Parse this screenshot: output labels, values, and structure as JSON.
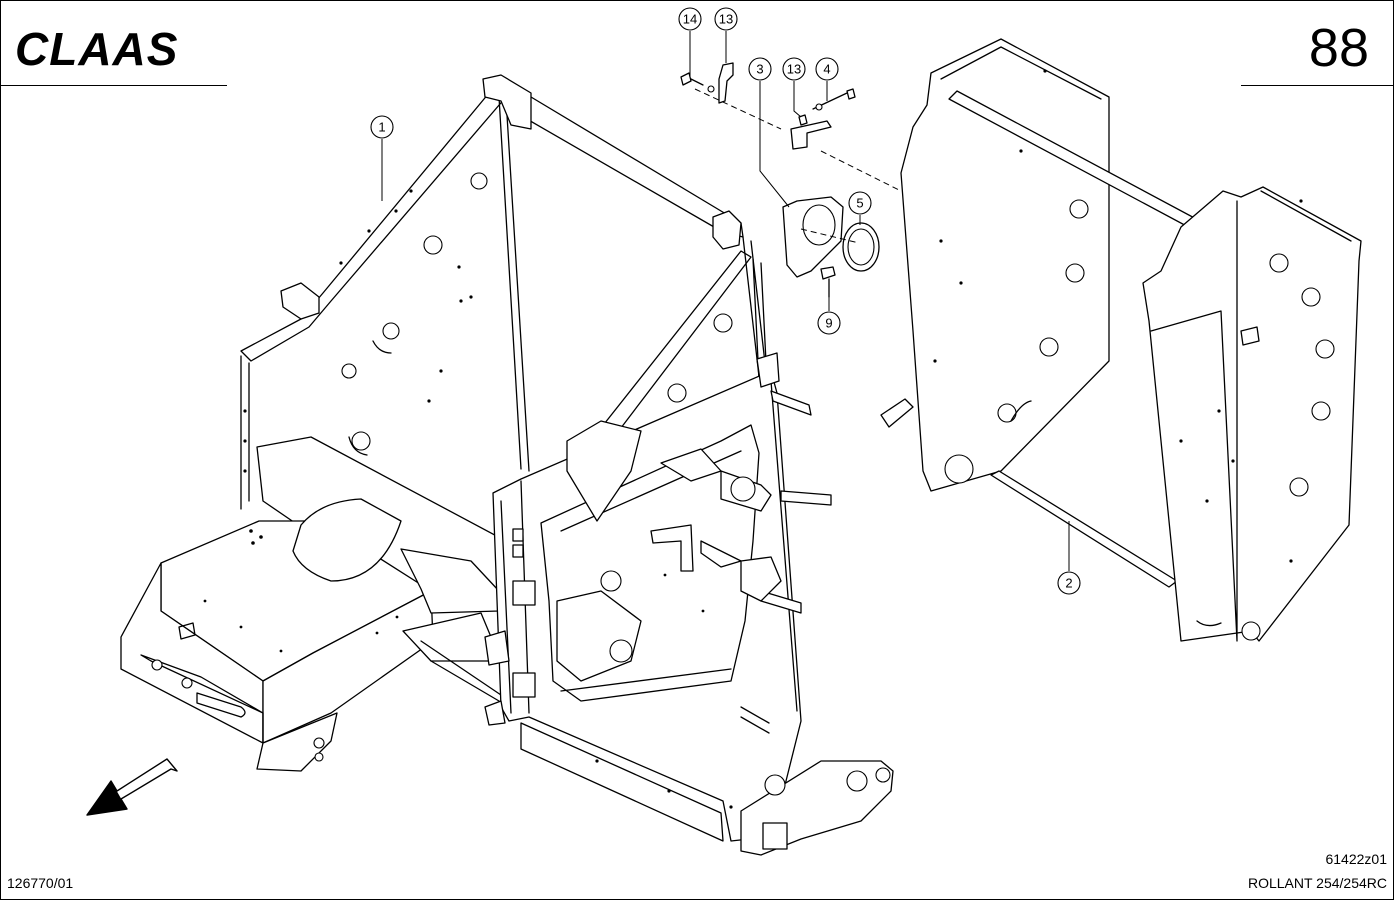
{
  "header": {
    "brand": "CLAAS",
    "page_number": "88"
  },
  "footer": {
    "drawing_ref": "61422z01",
    "model": "ROLLANT 254/254RC",
    "doc_number": "126770/01"
  },
  "callouts": [
    {
      "label": "14"
    },
    {
      "label": "13"
    },
    {
      "label": "3"
    },
    {
      "label": "13"
    },
    {
      "label": "4"
    },
    {
      "label": "1"
    },
    {
      "label": "5"
    },
    {
      "label": "9"
    },
    {
      "label": "2"
    }
  ],
  "icons": {
    "direction_arrow": "direction-arrow-icon"
  }
}
